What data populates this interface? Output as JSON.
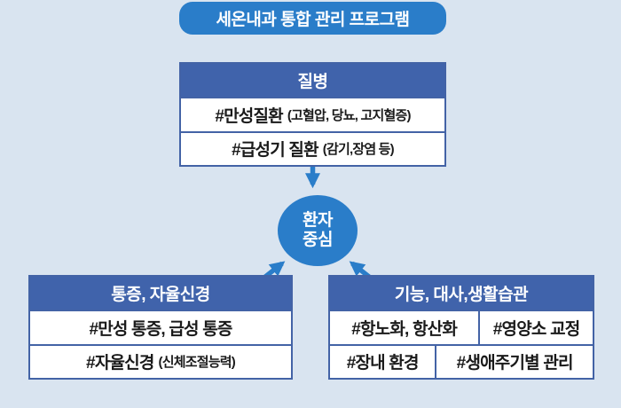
{
  "colors": {
    "background": "#d9e4f0",
    "accent_blue": "#2a7dc9",
    "header_navy": "#4063ab",
    "border_navy": "#4363a6",
    "text_dark": "#1a1a1a",
    "text_white": "#ffffff"
  },
  "banner": {
    "title": "세온내과 통합 관리 프로그램"
  },
  "center_circle": {
    "line1": "환자",
    "line2": "중심"
  },
  "disease_box": {
    "header": "질병",
    "rows": [
      {
        "main": "#만성질환",
        "note": "(고혈압, 당뇨, 고지혈증)"
      },
      {
        "main": "#급성기 질환",
        "note": "(감기,장염 등)"
      }
    ]
  },
  "pain_box": {
    "header": "통증, 자율신경",
    "rows": [
      {
        "main": "#만성 통증, 급성 통증",
        "note": ""
      },
      {
        "main": "#자율신경",
        "note": "(신체조절능력)"
      }
    ]
  },
  "function_box": {
    "header": "기능, 대사,생활습관",
    "rows": [
      {
        "cells": [
          {
            "main": "#항노화, 항산화"
          },
          {
            "main": "#영양소 교정"
          }
        ]
      },
      {
        "cells": [
          {
            "main": "#장내 환경"
          },
          {
            "main": "#생애주기별 관리"
          }
        ]
      }
    ]
  }
}
